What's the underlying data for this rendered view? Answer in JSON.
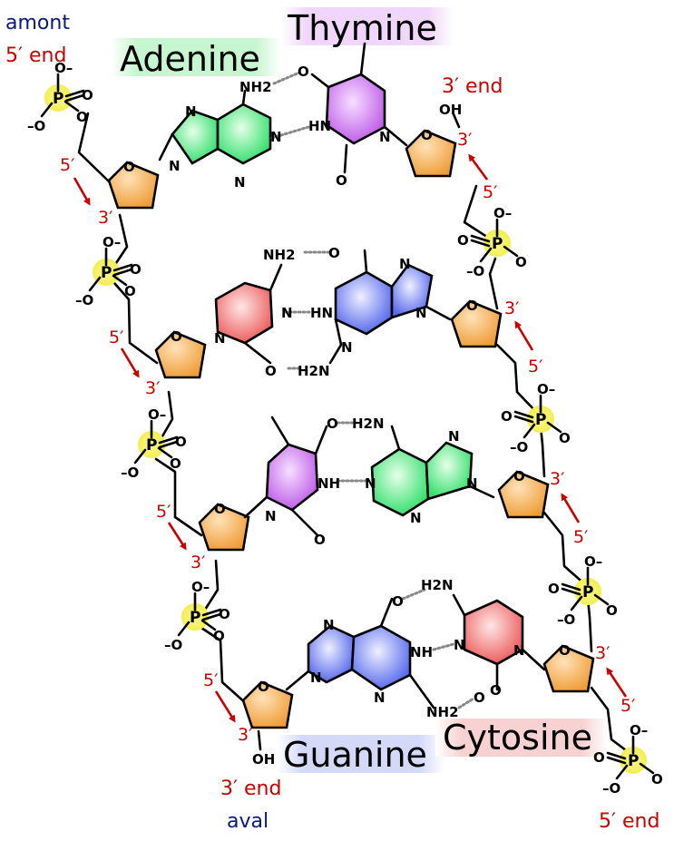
{
  "labels": {
    "top_left_direction": "amont",
    "top_left_end": "5′ end",
    "top_right_end": "3′ end",
    "bottom_left_end": "3′ end",
    "bottom_left_direction": "aval",
    "bottom_right_end": "5′ end",
    "base_adenine": "Adenine",
    "base_thymine": "Thymine",
    "base_guanine": "Guanine",
    "base_cytosine": "Cytosine"
  },
  "atoms": {
    "O": "O",
    "O_minus": "O–",
    "minus_O": "–O",
    "P": "P",
    "N": "N",
    "NH": "NH",
    "HN": "HN",
    "NH2": "NH2",
    "H2N": "H2N",
    "OH": "OH",
    "five_prime": "5′",
    "three_prime": "3′"
  },
  "colors": {
    "adenine": "#44ee77",
    "thymine": "#cc66ee",
    "guanine": "#6677ee",
    "cytosine": "#ee6666",
    "sugar": "#f0a040",
    "phosphate": "#f4f060",
    "arrow": "#cc0000",
    "label_red": "#cc0000",
    "label_blue": "#0a1a7a",
    "hydrogen_bond": "#888888"
  }
}
